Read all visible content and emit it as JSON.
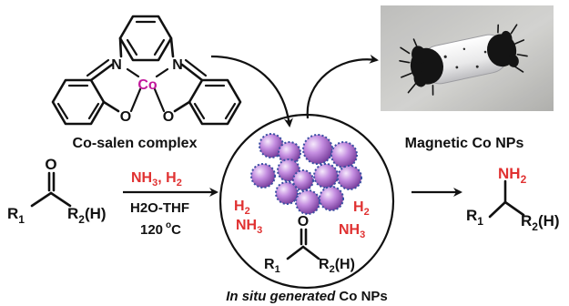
{
  "catalyst": {
    "name": "Co-salen complex",
    "metal": "Co",
    "n_left": "N",
    "n_right": "N",
    "o_left": "O",
    "o_right": "O"
  },
  "photo": {
    "caption": "Magnetic Co NPs"
  },
  "conditions": {
    "reagents_prefix": "NH",
    "reagents_sub": "3",
    "reagents_sep": ", H",
    "reagents_sub2": "2",
    "solvent": "H2O-THF",
    "temperature_value": "120",
    "temperature_unit_sup": "o",
    "temperature_unit": "C"
  },
  "reactant": {
    "o": "O",
    "r1": "R",
    "r1_sub": "1",
    "r2": "R",
    "r2_sub": "2",
    "r2_suffix": "(H)"
  },
  "bubble": {
    "h2_left": "H",
    "h2_left_sub": "2",
    "nh3_left": "NH",
    "nh3_left_sub": "3",
    "h2_right": "H",
    "h2_right_sub": "2",
    "nh3_right": "NH",
    "nh3_right_sub": "3",
    "caption_italic": "In situ generated",
    "caption_rest": " Co NPs",
    "substrate_o": "O",
    "substrate_r1": "R",
    "substrate_r1_sub": "1",
    "substrate_r2": "R",
    "substrate_r2_sub": "2",
    "substrate_r2_suffix": "(H)"
  },
  "product": {
    "nh2": "NH",
    "nh2_sub": "2",
    "r1": "R",
    "r1_sub": "1",
    "r2": "R",
    "r2_sub": "2",
    "r2_suffix": "(H)"
  },
  "colors": {
    "red_label": "#e03131",
    "cobalt": "#c2189b",
    "particle_fill": "#b07ad0",
    "particle_shell": "#3a4fa3"
  }
}
